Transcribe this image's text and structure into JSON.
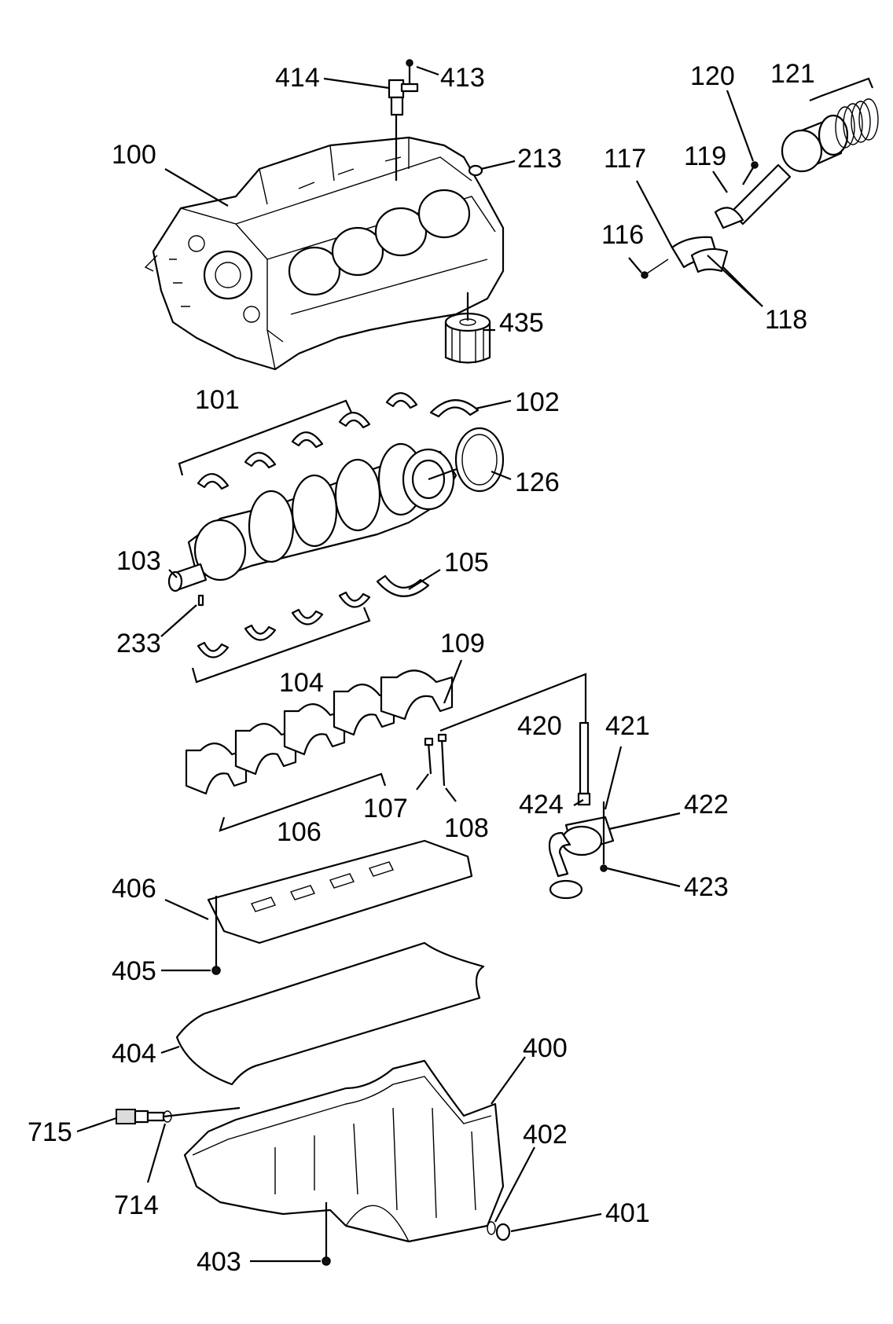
{
  "labels": {
    "p100": "100",
    "p101": "101",
    "p102": "102",
    "p103": "103",
    "p104": "104",
    "p105": "105",
    "p106": "106",
    "p107": "107",
    "p108": "108",
    "p109": "109",
    "p116": "116",
    "p117": "117",
    "p118": "118",
    "p119": "119",
    "p120": "120",
    "p121": "121",
    "p126": "126",
    "p213": "213",
    "p233": "233",
    "p400": "400",
    "p401": "401",
    "p402": "402",
    "p403": "403",
    "p404": "404",
    "p405": "405",
    "p406": "406",
    "p413": "413",
    "p414": "414",
    "p420": "420",
    "p421": "421",
    "p422": "422",
    "p423": "423",
    "p424": "424",
    "p435": "435",
    "p714": "714",
    "p715": "715"
  }
}
